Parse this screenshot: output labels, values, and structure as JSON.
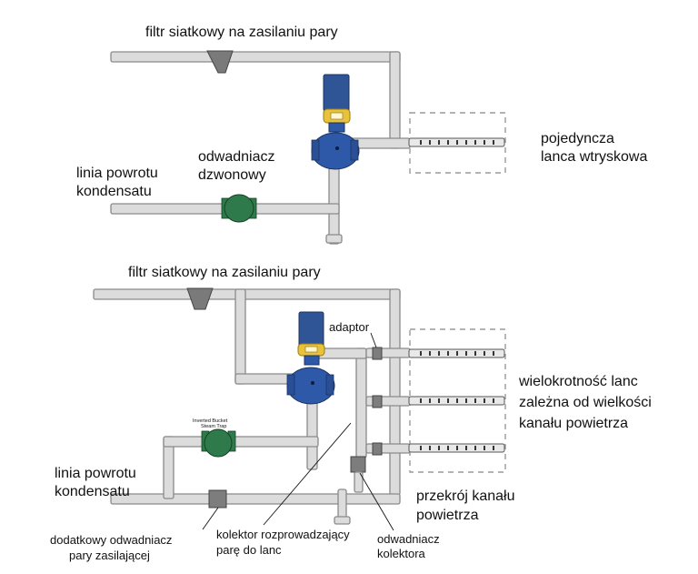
{
  "top": {
    "strainer_label": "filtr siatkowy na zasilaniu pary",
    "trap_label_line1": "odwadniacz",
    "trap_label_line2": "dzwonowy",
    "return_label_line1": "linia powrotu",
    "return_label_line2": "kondensatu",
    "lance_label_line1": "pojedyncza",
    "lance_label_line2": "lanca wtryskowa"
  },
  "bottom": {
    "strainer_label": "filtr siatkowy na zasilaniu pary",
    "adaptor_label": "adaptor",
    "bucket_trap_line1": "Inverted Bucket",
    "bucket_trap_line2": "Steam Trap",
    "return_label_line1": "linia powrotu",
    "return_label_line2": "kondensatu",
    "multi_lance_line1": "wielokrotność lanc",
    "multi_lance_line2": "zależna od wielkości",
    "multi_lance_line3": "kanału powietrza",
    "duct_label_line1": "przekrój kanału",
    "duct_label_line2": "powietrza",
    "extra_trap_line1": "dodatkowy odwadniacz",
    "extra_trap_line2": "pary zasilającej",
    "manifold_line1": "kolektor rozprowadzający",
    "manifold_line2": "parę do lanc",
    "manifold_trap_line1": "odwadniacz",
    "manifold_trap_line2": "kolektora"
  },
  "colors": {
    "actuator_blue": "#2f5597",
    "valve_blue": "#2e58a8",
    "trap_green": "#2f7a4a",
    "yoke_yellow": "#e8c23a",
    "pipe_gray": "#dcdcdc"
  }
}
